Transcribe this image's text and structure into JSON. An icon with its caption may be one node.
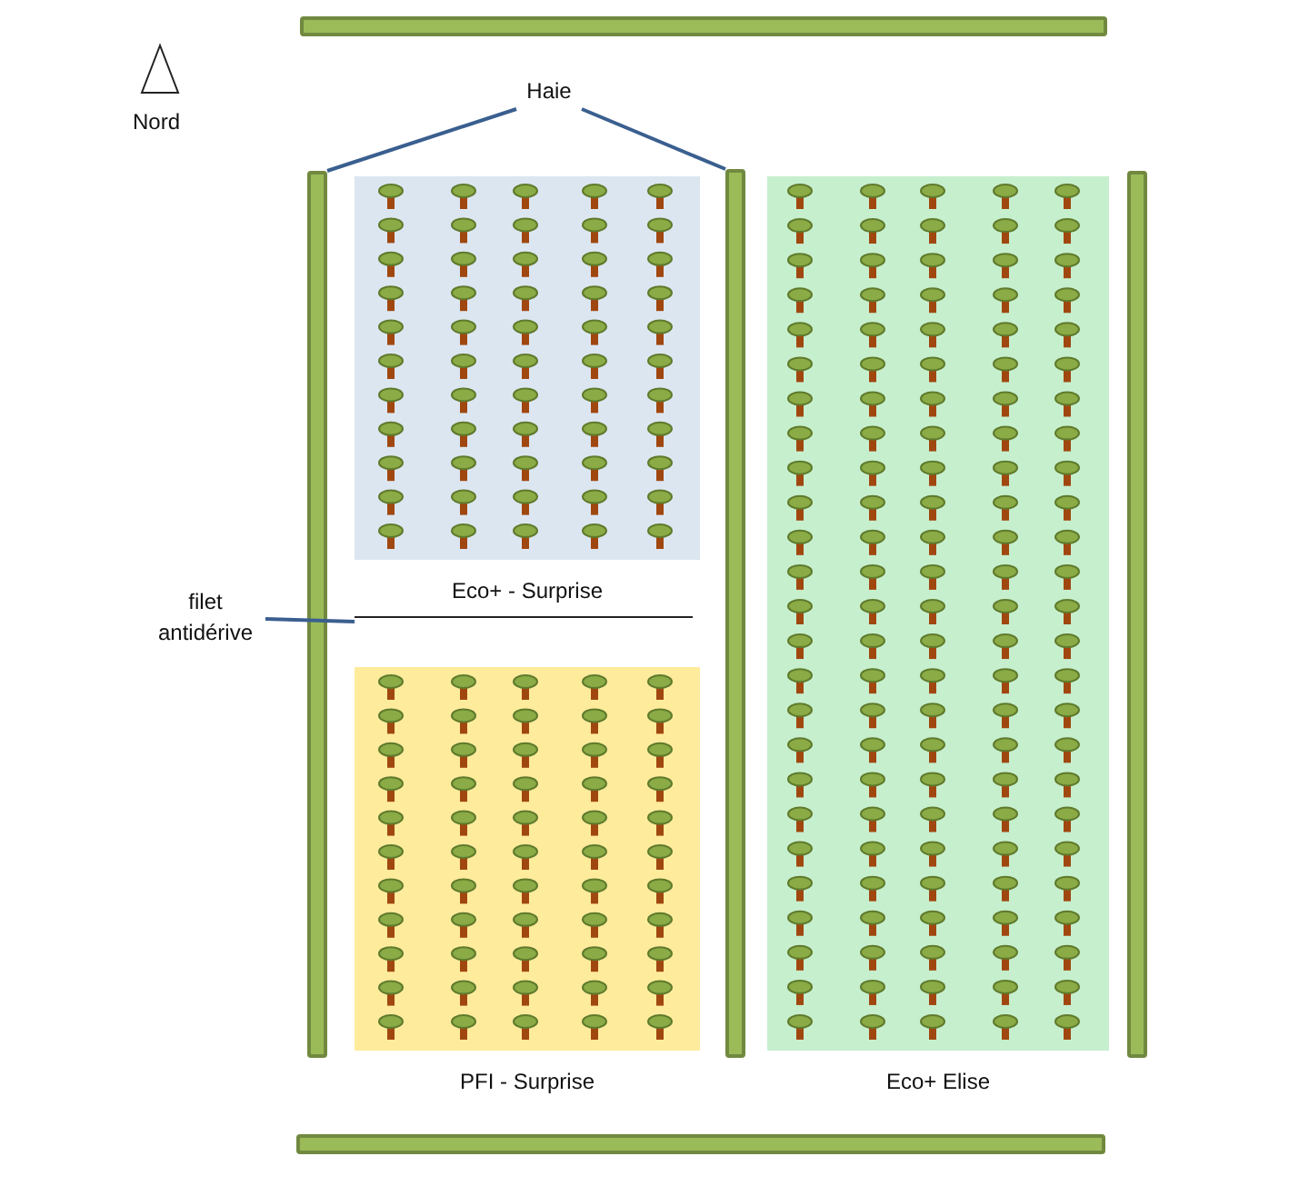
{
  "diagram": {
    "nodes": [
      {
        "text": [],
        "shape": "bar"
      },
      {
        "text": [
          "Haie"
        ]
      },
      {
        "text": [],
        "shape": "bar"
      },
      {
        "text": [],
        "shape": "bar"
      },
      {
        "text": [],
        "shape": "bar"
      },
      {
        "text": [],
        "shape": "bar"
      },
      {
        "text": [
          "Eco+ - Surprise"
        ]
      },
      {
        "text": [
          "filet antidérive"
        ]
      },
      {
        "text": [],
        "shape": "line"
      },
      {
        "text": [
          "PFI - Surprise"
        ]
      },
      {
        "text": [
          "Eco+ Elise"
        ]
      }
    ],
    "edges": [
      {
        "from": 1,
        "to": 2,
        "arrow": "none"
      },
      {
        "from": 1,
        "to": 3,
        "arrow": "none"
      },
      {
        "from": 7,
        "to": 8,
        "arrow": "none"
      }
    ],
    "labels": [
      "Nord"
    ]
  }
}
